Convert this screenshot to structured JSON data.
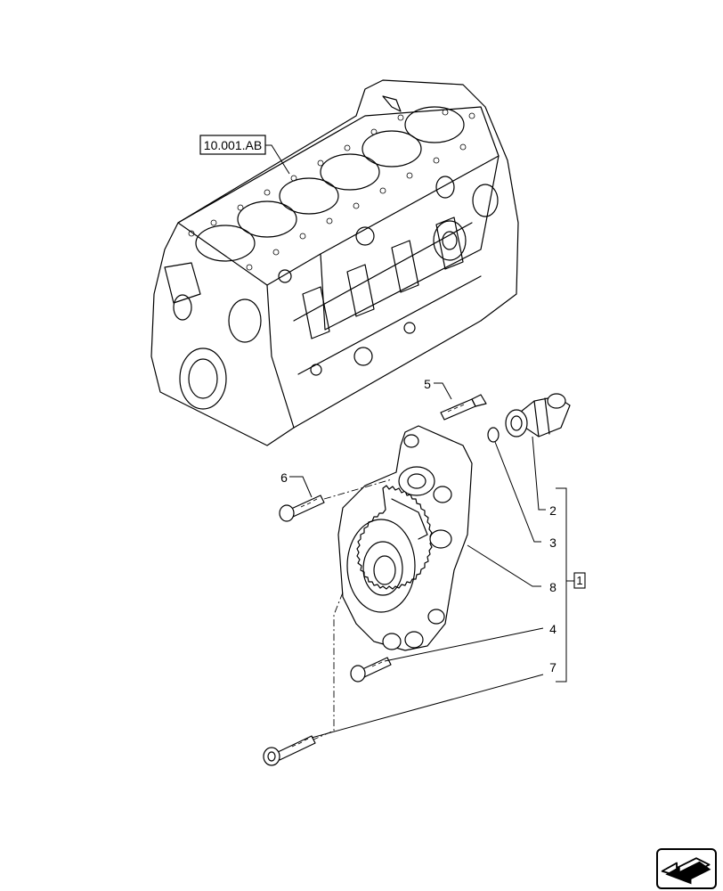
{
  "diagram": {
    "reference_label": "10.001.AB",
    "group_label": "1",
    "callouts": [
      "5",
      "6",
      "2",
      "3",
      "8",
      "4",
      "7"
    ]
  },
  "navigation": {
    "icon": "next-page-arrow-icon"
  }
}
